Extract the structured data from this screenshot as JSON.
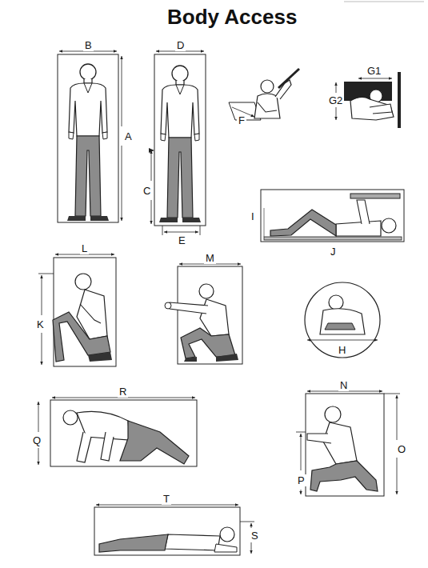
{
  "diagram": {
    "title": "Body Access",
    "labels": [
      "A",
      "B",
      "C",
      "D",
      "E",
      "F",
      "G1",
      "G2",
      "H",
      "I",
      "J",
      "K",
      "L",
      "M",
      "N",
      "O",
      "P",
      "Q",
      "R",
      "S",
      "T"
    ]
  }
}
